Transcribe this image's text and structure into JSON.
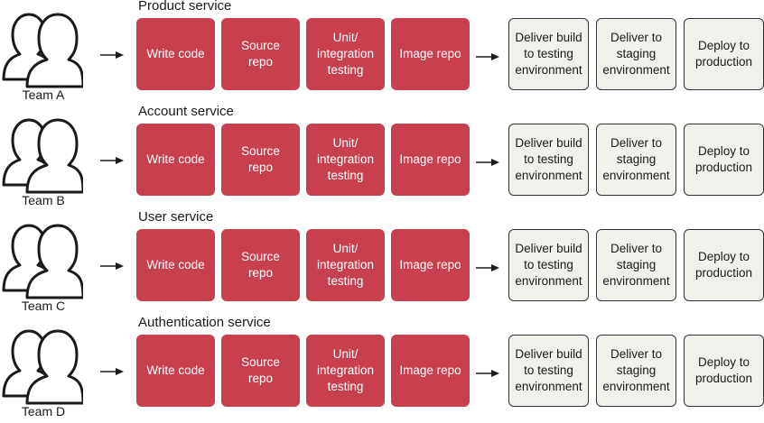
{
  "colors": {
    "stage_fill": "#c8404e",
    "env_fill": "#f1f1ec",
    "env_border": "#333333"
  },
  "icon": "team-people-icon",
  "rows": [
    {
      "service": "Product service",
      "team": "Team A",
      "stages": [
        "Write code",
        "Source\nrepo",
        "Unit/\nintegration\ntesting",
        "Image repo"
      ],
      "environments": [
        "Deliver build\nto testing\nenvironment",
        "Deliver to\nstaging\nenvironment",
        "Deploy to\nproduction"
      ]
    },
    {
      "service": "Account service",
      "team": "Team B",
      "stages": [
        "Write code",
        "Source\nrepo",
        "Unit/\nintegration\ntesting",
        "Image repo"
      ],
      "environments": [
        "Deliver build\nto testing\nenvironment",
        "Deliver to\nstaging\nenvironment",
        "Deploy to\nproduction"
      ]
    },
    {
      "service": "User service",
      "team": "Team C",
      "stages": [
        "Write code",
        "Source\nrepo",
        "Unit/\nintegration\ntesting",
        "Image repo"
      ],
      "environments": [
        "Deliver build\nto testing\nenvironment",
        "Deliver to\nstaging\nenvironment",
        "Deploy to\nproduction"
      ]
    },
    {
      "service": "Authentication service",
      "team": "Team D",
      "stages": [
        "Write code",
        "Source\nrepo",
        "Unit/\nintegration\ntesting",
        "Image repo"
      ],
      "environments": [
        "Deliver build\nto testing\nenvironment",
        "Deliver to\nstaging\nenvironment",
        "Deploy to\nproduction"
      ]
    }
  ]
}
